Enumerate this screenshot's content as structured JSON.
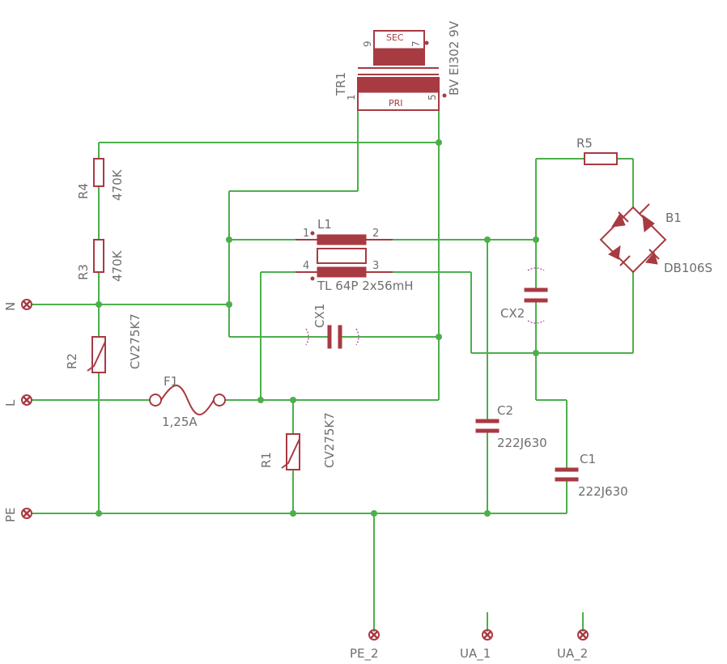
{
  "labels": {
    "n": "N",
    "l": "L",
    "pe": "PE",
    "pe2": "PE_2",
    "ua1": "UA_1",
    "ua2": "UA_2",
    "r4": "R4",
    "r4_val": "470K",
    "r3": "R3",
    "r3_val": "470K",
    "r2": "R2",
    "r2_val": "CV275K7",
    "r1": "R1",
    "r1_val": "CV275K7",
    "f1": "F1",
    "f1_val": "1,25A",
    "tr1": "TR1",
    "tr1_val": "BV EI302 9V",
    "tr_sec": "SEC",
    "tr_pri": "PRI",
    "tr_pin9": "9",
    "tr_pin7": "7",
    "tr_pin1": "1",
    "tr_pin5": "5",
    "l1": "L1",
    "l1_val": "TL 64P 2x56mH",
    "l1_pin1": "1",
    "l1_pin2": "2",
    "l1_pin3": "3",
    "l1_pin4": "4",
    "cx1": "CX1",
    "cx2": "CX2",
    "c1": "C1",
    "c1_val": "222J630",
    "c2": "C2",
    "c2_val": "222J630",
    "r5": "R5",
    "b1": "B1",
    "b1_val": "DB106S"
  },
  "colors": {
    "wire": "#4caf4c",
    "part": "#a83a42",
    "text": "#6e6e6e"
  }
}
